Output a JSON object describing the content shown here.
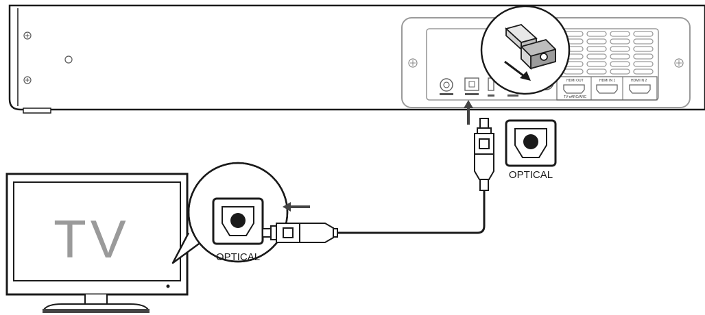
{
  "tv": {
    "label": "TV"
  },
  "tv_callout": {
    "port_label": "OPTICAL"
  },
  "soundbar_port": {
    "label": "OPTICAL"
  },
  "rear_panel_labels": {
    "hdmi_out": "HDMI OUT",
    "hdmi_out_sub": "TV-eARC/ARC",
    "hdmi_in_1": "HDMI IN 1",
    "hdmi_in_2": "HDMI IN 2"
  },
  "colors": {
    "outline": "#1a1a1a",
    "light_outline": "#9a9a9a",
    "tv_text": "#9a9a9a",
    "cable": "#1a1a1a",
    "arrow": "#444444"
  }
}
